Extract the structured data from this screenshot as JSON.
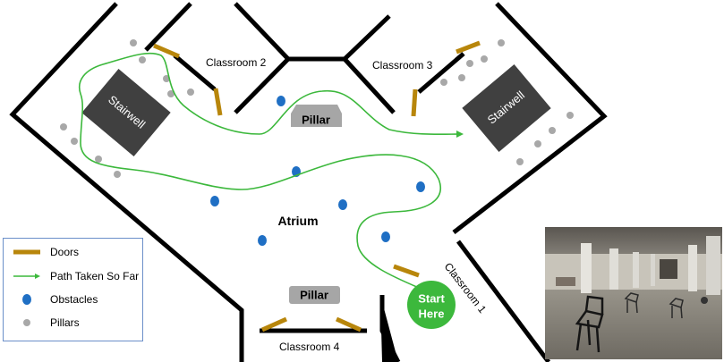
{
  "labels": {
    "classroom1": "Classroom 1",
    "classroom2": "Classroom 2",
    "classroom3": "Classroom 3",
    "classroom4": "Classroom 4",
    "stairwell_left": "Stairwell",
    "stairwell_right": "Stairwell",
    "pillar_top": "Pillar",
    "pillar_bottom": "Pillar",
    "atrium": "Atrium",
    "start_line1": "Start",
    "start_line2": "Here"
  },
  "legend": {
    "doors": "Doors",
    "path": "Path Taken So Far",
    "obstacles": "Obstacles",
    "pillars": "Pillars"
  },
  "colors": {
    "wall": "#000000",
    "door": "#b8860b",
    "path": "#3cb83c",
    "obstacle": "#1f6fc4",
    "pillar_dot": "#a8a8a8",
    "pillar_block": "#a6a6a6",
    "stairwell": "#404040",
    "start": "#3cb83c",
    "legend_border": "#6b8fc9"
  }
}
